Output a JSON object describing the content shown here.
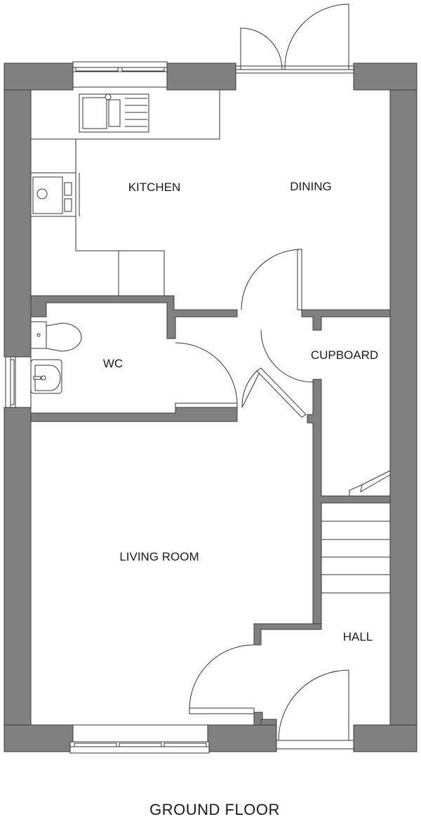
{
  "plan": {
    "title": "GROUND FLOOR",
    "rooms": {
      "kitchen": "KITCHEN",
      "dining": "DINING",
      "wc": "WC",
      "cupboard": "CUPBOARD",
      "living_room": "LIVING ROOM",
      "hall": "HALL"
    },
    "colors": {
      "wall": "#808080",
      "line": "#333333",
      "background": "#ffffff"
    }
  }
}
